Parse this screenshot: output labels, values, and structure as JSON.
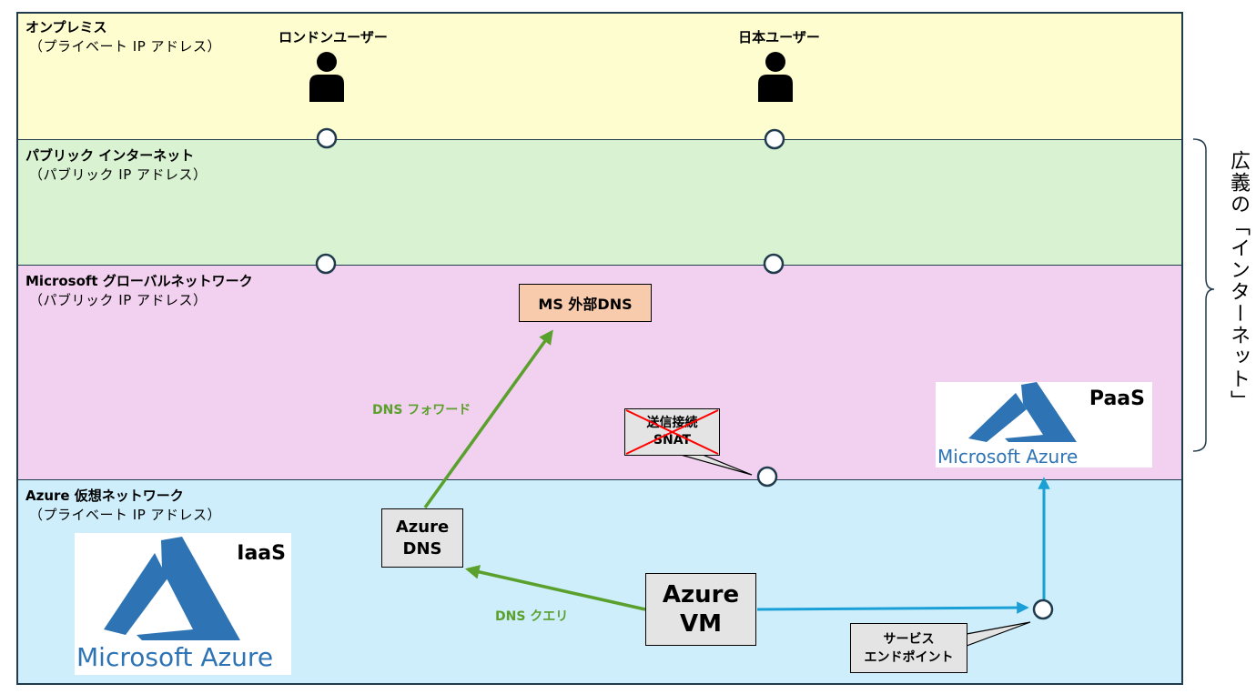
{
  "zones": {
    "onprem": {
      "title": "オンプレミス",
      "subtitle": "（プライベート IP アドレス）",
      "color": "#fdfdd0"
    },
    "public": {
      "title": "パブリック インターネット",
      "subtitle": "（パブリック IP アドレス）",
      "color": "#d9f2d2"
    },
    "msnet": {
      "title": "Microsoft グローバルネットワーク",
      "subtitle": "（パブリック IP アドレス）",
      "color": "#f2d0ef"
    },
    "vnet": {
      "title": "Azure 仮想ネットワーク",
      "subtitle": "（プライベート IP アドレス）",
      "color": "#cdeefa"
    }
  },
  "users": {
    "london": "ロンドンユーザー",
    "japan": "日本ユーザー"
  },
  "boxes": {
    "ms_dns": "MS 外部DNS",
    "azure_dns_line1": "Azure",
    "azure_dns_line2": "DNS",
    "azure_vm_line1": "Azure",
    "azure_vm_line2": "VM",
    "snat_line1": "送信接続",
    "snat_line2": "SNAT",
    "service_ep_line1": "サービス",
    "service_ep_line2": "エンドポイント"
  },
  "arrows": {
    "dns_forward": "DNS フォワード",
    "dns_query": "DNS クエリ"
  },
  "logos": {
    "iaas_label": "IaaS",
    "paas_label": "PaaS",
    "brand_text": "Microsoft Azure"
  },
  "side_label": "広義の「インターネット」",
  "colors": {
    "green_arrow": "#5aa02c",
    "blue_arrow": "#1a9fd6",
    "ms_dns_fill": "#f8cbad",
    "gray_box": "#e4e4e4",
    "azure_blue": "#2e74b5",
    "frame": "#1f3b4d"
  }
}
